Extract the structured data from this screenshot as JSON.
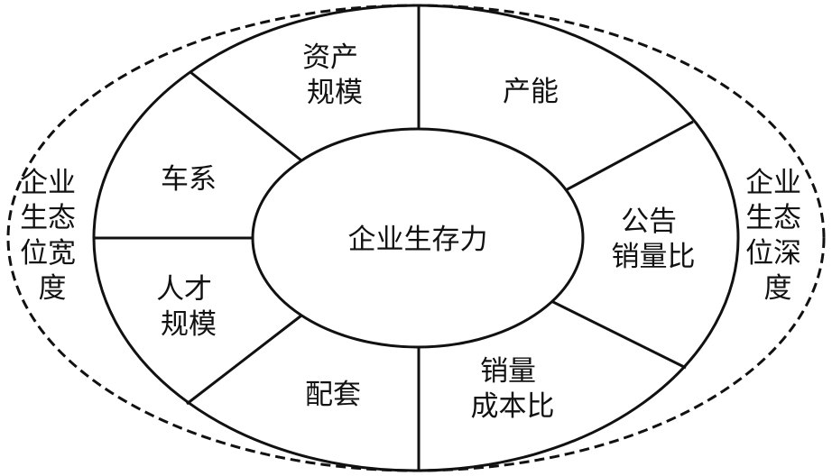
{
  "diagram": {
    "center": "企业生存力",
    "segments": [
      {
        "id": "assets",
        "lines": [
          "资产",
          "规模"
        ]
      },
      {
        "id": "capacity",
        "lines": [
          "产能"
        ]
      },
      {
        "id": "notice-sales",
        "lines": [
          "公告",
          "销量比"
        ]
      },
      {
        "id": "sales-cost",
        "lines": [
          "销量",
          "成本比"
        ]
      },
      {
        "id": "supporting",
        "lines": [
          "配套"
        ]
      },
      {
        "id": "talent",
        "lines": [
          "人才",
          "规模"
        ]
      },
      {
        "id": "vehicle-series",
        "lines": [
          "车系"
        ]
      }
    ],
    "left_side": [
      "企业",
      "生态",
      "位宽",
      "度"
    ],
    "right_side": [
      "企业",
      "生态",
      "位深",
      "度"
    ]
  }
}
